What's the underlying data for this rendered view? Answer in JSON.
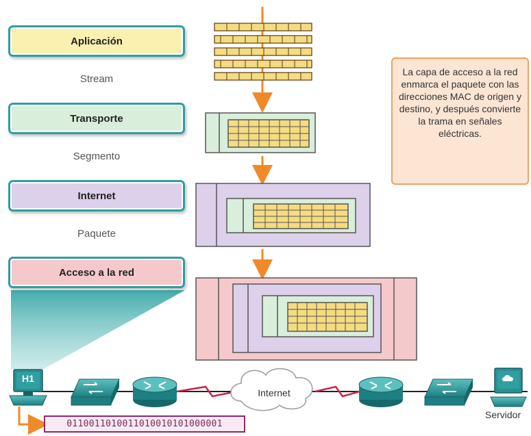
{
  "layers": [
    {
      "label": "Aplicación",
      "pdu": "Stream",
      "color": "#faf0b0"
    },
    {
      "label": "Transporte",
      "pdu": "Segmento",
      "color": "#d9eedb"
    },
    {
      "label": "Internet",
      "pdu": "Paquete",
      "color": "#dcd0ea"
    },
    {
      "label": "Acceso a la red",
      "pdu": "",
      "color": "#f5c8cc"
    }
  ],
  "note": "La capa de acceso a la red enmarca el paquete con las direcciones MAC de origen y destino, y después convierte la trama en señales eléctricas.",
  "network": {
    "host_label": "H1",
    "cloud_label": "Internet",
    "server_label": "Servidor",
    "bits": "0110011010011010010101000001"
  },
  "colors": {
    "accent": "#f08a28",
    "teal": "#2e9ea0",
    "link": "#cc2244"
  }
}
